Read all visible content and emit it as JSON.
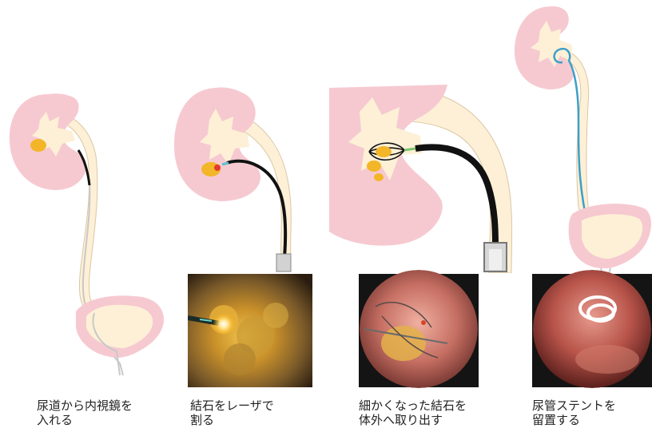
{
  "colors": {
    "kidney_pink": "#f6c9d1",
    "kidney_pink_dark": "#f2b4c0",
    "tissue_cream": "#fdf0d6",
    "stone_yellow": "#f3b628",
    "laser_red": "#e23b2a",
    "scope_black": "#111111",
    "stent_blue": "#3d9fc8",
    "photo_dark": "#141414"
  },
  "steps": [
    {
      "caption_line1": "尿道から内視鏡を",
      "caption_line2": "入れる",
      "diagram_icon": "kidney-ureter-bladder-scope-insertion",
      "photo_icon": null
    },
    {
      "caption_line1": "結石をレーザで",
      "caption_line2": "割る",
      "diagram_icon": "kidney-scope-laser",
      "photo_icon": "endoscopic-laser-lithotripsy-photo"
    },
    {
      "caption_line1": "細かくなった結石を",
      "caption_line2": "体外へ取り出す",
      "diagram_icon": "kidney-basket-retrieval",
      "photo_icon": "endoscopic-basket-extraction-photo"
    },
    {
      "caption_line1": "尿管ステントを",
      "caption_line2": "留置する",
      "diagram_icon": "kidney-ureteral-stent",
      "photo_icon": "endoscopic-stent-coil-photo"
    }
  ]
}
